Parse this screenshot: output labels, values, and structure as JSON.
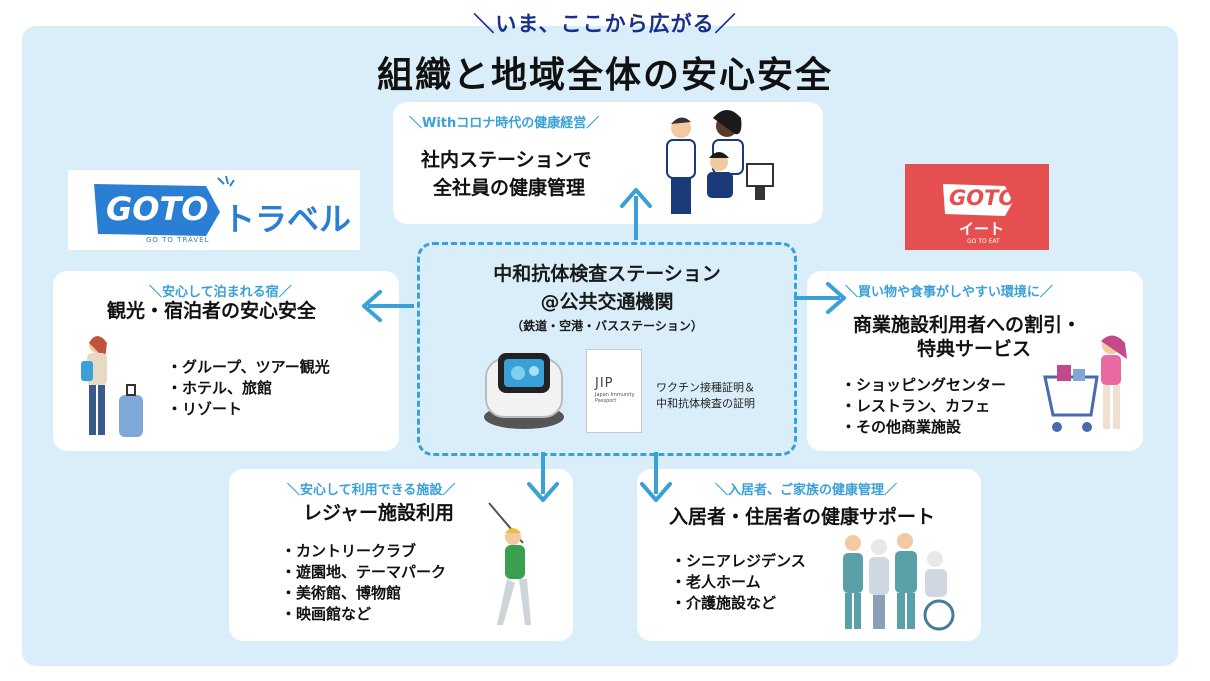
{
  "header": {
    "tagline": "＼いま、ここから広がる／",
    "title": "組織と地域全体の安心安全"
  },
  "top_card": {
    "subtitle": "＼Withコロナ時代の健康経営／",
    "title_line1": "社内ステーションで",
    "title_line2": "全社員の健康管理"
  },
  "center": {
    "title_line1": "中和抗体検査ステーション",
    "title_line2": "@公共交通機関",
    "subtitle": "（鉄道・空港・バスステーション）",
    "passport_brand": "JIP",
    "passport_text": "Japan Immunity Passport",
    "caption_line1": "ワクチン接種証明＆",
    "caption_line2": "中和抗体検査の証明"
  },
  "left_card": {
    "subtitle": "＼安心して泊まれる宿／",
    "title": "観光・宿泊者の安心安全",
    "items": [
      "グループ、ツアー観光",
      "ホテル、旅館",
      "リゾート"
    ]
  },
  "right_card": {
    "subtitle": "＼買い物や食事がしやすい環境に／",
    "title_line1": "商業施設利用者への割引・",
    "title_line2": "特典サービス",
    "items": [
      "ショッピングセンター",
      "レストラン、カフェ",
      "その他商業施設"
    ]
  },
  "bottom_left_card": {
    "subtitle": "＼安心して利用できる施設／",
    "title": "レジャー施設利用",
    "items": [
      "カントリークラブ",
      "遊園地、テーマパーク",
      "美術館、博物館",
      "映画館など"
    ]
  },
  "bottom_right_card": {
    "subtitle": "＼入居者、ご家族の健康管理／",
    "title": "入居者・住居者の健康サポート",
    "items": [
      "シニアレジデンス",
      "老人ホーム",
      "介護施設など"
    ]
  },
  "logos": {
    "goto_travel_main": "GOTO",
    "goto_travel_word": "トラベル",
    "goto_travel_small": "GO TO TRAVEL",
    "goto_eat_main": "GOTO",
    "goto_eat_word": "イート",
    "goto_eat_small": "GO TO EAT"
  },
  "colors": {
    "panel": "#d9eef9",
    "accent": "#3aa0d8",
    "tagline": "#1a2f8c",
    "goto_travel": "#2a7fd4",
    "goto_eat": "#e64f4f"
  }
}
